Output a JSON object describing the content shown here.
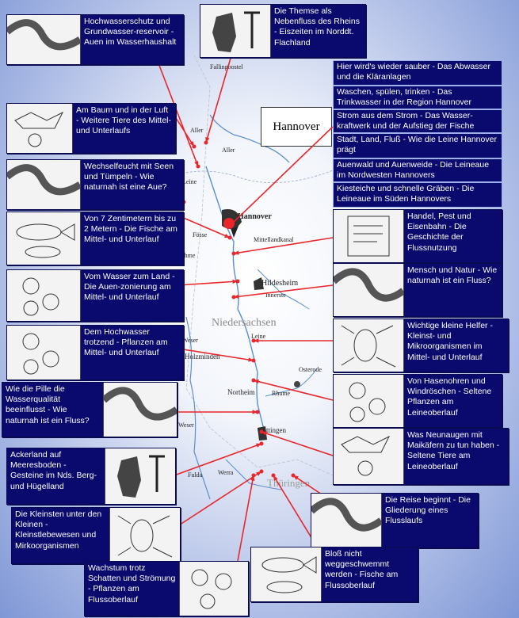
{
  "boxes_left": [
    {
      "text": "Hochwasserschutz und Grundwasser-reservoir - Auen im Wasserhaushalt",
      "icon": "river-icon"
    },
    {
      "text": "Am Baum und in der Luft - Weitere Tiere des Mittel- und Unterlaufs",
      "icon": "bat-frog-icon"
    },
    {
      "text": "Wechselfeucht mit Seen und Tümpeln - Wie naturnah ist eine Aue?",
      "icon": "river-icon"
    },
    {
      "text": "Von 7 Zentimetern bis zu 2 Metern - Die Fische am Mittel- und Unterlauf",
      "icon": "fish-icon"
    },
    {
      "text": "Vom Wasser zum Land - Die Auen-zonierung am Mittel- und Unterlauf",
      "icon": "flower-icon"
    },
    {
      "text": "Dem Hochwasser trotzend - Pflanzen am Mittel- und Unterlauf",
      "icon": "flower-icon"
    },
    {
      "text": "Wie die Pille die Wasserqualität beeinflusst - Wie naturnah ist ein Fluss?",
      "icon": "river-icon"
    },
    {
      "text": "Ackerland auf Meeresboden - Gesteine im Nds. Berg- und Hügelland",
      "icon": "hammer-icon"
    },
    {
      "text": "Die Kleinsten unter den Kleinen - Kleinstlebewesen und Mirkoorganismen",
      "icon": "microorganism-icon"
    },
    {
      "text": "Wachstum trotz Schatten und Strömung - Pflanzen am Flussoberlauf",
      "icon": "flower-icon"
    }
  ],
  "boxes_right": [
    {
      "text": "Die Themse als Nebenfluss des Rheins - Eiszeiten im Norddt. Flachland",
      "icon": "hammer-icon"
    },
    {
      "text": "Handel, Pest und Eisenbahn - Die Geschichte der Flussnutzung",
      "icon": "scroll-icon"
    },
    {
      "text": "Mensch und Natur - Wie naturnah ist ein Fluss?",
      "icon": "river-icon"
    },
    {
      "text": "Wichtige kleine Helfer - Kleinst- und Mikroorganismen im Mittel- und Unterlauf",
      "icon": "microorganism-icon"
    },
    {
      "text": "Von Hasenohren und Windröschen - Seltene Pflanzen am Leineoberlauf",
      "icon": "flower-icon"
    },
    {
      "text": "Was Neunaugen mit Maikäfern zu tun haben - Seltene Tiere am Leineoberlauf",
      "icon": "bat-frog-icon"
    },
    {
      "text": "Die Reise beginnt - Die Gliederung eines Flusslaufs",
      "icon": "river-icon"
    },
    {
      "text": "Bloß nicht weggeschwemmt werden - Fische am Flussoberlauf",
      "icon": "fish-icon"
    }
  ],
  "hannover_bars": [
    "Hier wird's wieder sauber - Das Abwasser und die Kläranlagen",
    "Waschen, spülen, trinken - Das Trinkwasser in der Region Hannover",
    "Strom aus dem Strom - Das Wasser-kraftwerk und der Aufstieg der Fische",
    "Stadt, Land, Fluß - Wie die Leine Hannover prägt",
    "Auenwald und Auenweide - Die Leineaue im Nordwesten Hannovers",
    "Kiesteiche und schnelle Gräben - Die Leineaue im Süden Hannovers"
  ],
  "hannover_badge": "Hannover",
  "map_labels": {
    "fallingbostel": "Fallingbostel",
    "aller1": "Aller",
    "aller2": "Aller",
    "leine1": "Leine",
    "hannover": "Hannover",
    "fosse": "Fösse",
    "ihme": "Ihme",
    "mittellandkanal": "Mittellandkanal",
    "hildesheim": "Hildesheim",
    "innerste": "Innerste",
    "niedersachsen": "Niedersachsen",
    "weser1": "Weser",
    "leine2": "Leine",
    "holzminden": "Holzminden",
    "osterode": "Osterode",
    "northeim": "Northeim",
    "rhume": "Rhume",
    "goettingen": "Göttingen",
    "weser2": "Weser",
    "fulda": "Fulda",
    "werra": "Werra",
    "thueringen": "Thüringen"
  },
  "colors": {
    "box_bg": "#0a0a6e",
    "arrow": "#e8262b",
    "background": "#8fa4dc"
  }
}
